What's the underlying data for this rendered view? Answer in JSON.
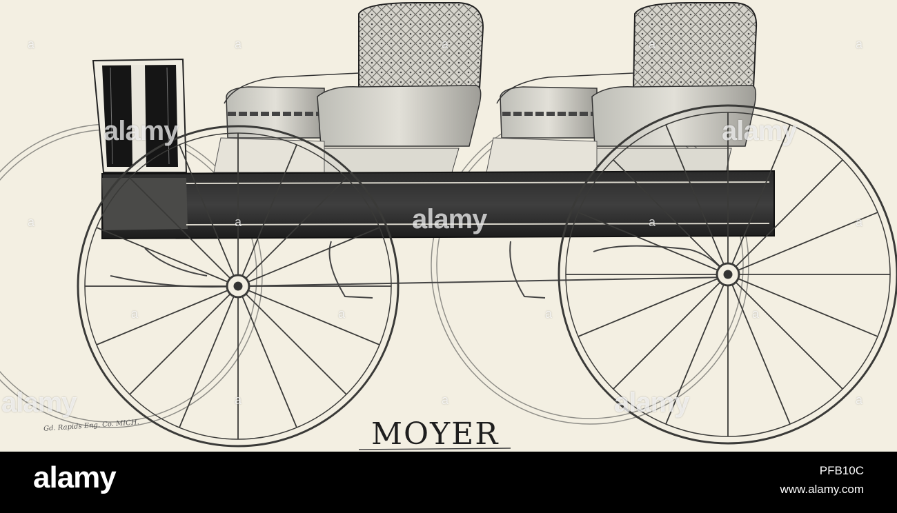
{
  "illustration": {
    "engraver_credit": "Gd. Rapids Eng. Co. MICH.",
    "maker_title": "MOYER",
    "subject": "four-wheeled two-seat carriage engraving"
  },
  "watermarks": {
    "text": "alamy",
    "corner_mark": "a"
  },
  "footer": {
    "logo": "alamy",
    "image_id": "PFB10C",
    "url": "www.alamy.com"
  },
  "colors": {
    "paper": "#f3efe2",
    "ink": "#1a1a1a",
    "footer_bg": "#000000",
    "footer_text": "#ffffff"
  }
}
